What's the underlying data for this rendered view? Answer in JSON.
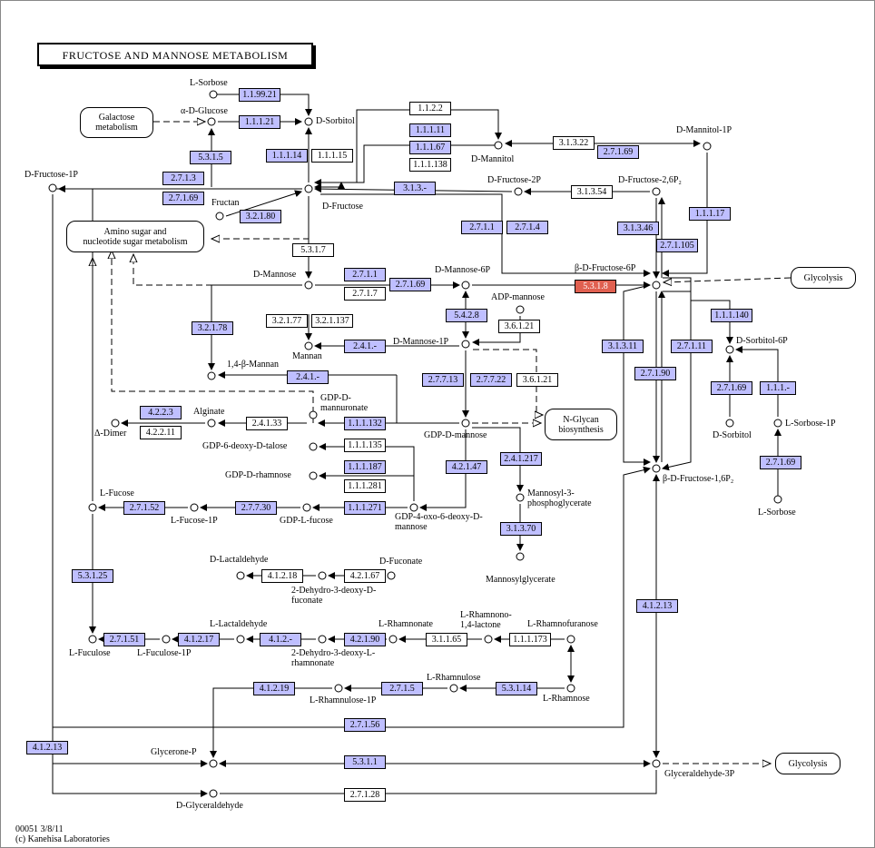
{
  "title": "FRUCTOSE AND MANNOSE METABOLISM",
  "footer": {
    "line1": "00051 3/8/11",
    "line2": "(c) Kanehisa Laboratories"
  },
  "colors": {
    "enzyme_in_organism": "#bfbfff",
    "highlighted": "#e06050",
    "line": "#000000"
  },
  "maps": [
    {
      "id": "galactose",
      "text": "Galactose\nmetabolism"
    },
    {
      "id": "aminosugar",
      "text": "Amino sugar and\nnucleotide sugar metabolism"
    },
    {
      "id": "glycolysis1",
      "text": "Glycolysis"
    },
    {
      "id": "nglycan",
      "text": "N-Glycan\nbiosynthesis"
    },
    {
      "id": "glycolysis2",
      "text": "Glycolysis"
    }
  ],
  "compounds": [
    "L-Sorbose",
    "α-D-Glucose",
    "D-Sorbitol",
    "D-Mannitol",
    "D-Mannitol-1P",
    "D-Fructose-1P",
    "D-Fructose-2P",
    "D-Fructose-2,6P₂",
    "Fructan",
    "D-Fructose",
    "β-D-Fructose-6P",
    "D-Mannose",
    "D-Mannose-6P",
    "ADP-mannose",
    "D-Mannose-1P",
    "Mannan",
    "1,4-β-Mannan",
    "GDP-D-mannuronate",
    "Alginate",
    "Δ-Dimer",
    "GDP-D-mannose",
    "GDP-6-deoxy-D-talose",
    "GDP-D-rhamnose",
    "GDP-4-oxo-6-deoxy-D-mannose",
    "Mannosyl-3-phosphoglycerate",
    "Mannosylglycerate",
    "L-Fucose",
    "L-Fucose-1P",
    "GDP-L-fucose",
    "D-Sorbitol-6P",
    "D-Sorbitol",
    "L-Sorbose-1P",
    "L-Sorbose",
    "β-D-Fructose-1,6P₂",
    "D-Lactaldehyde",
    "D-Fuconate",
    "2-Dehydro-3-deoxy-D-fuconate",
    "L-Lactaldehyde",
    "L-Rhamnonate",
    "L-Rhamnono-1,4-lactone",
    "L-Rhamnofuranose",
    "L-Fuculose",
    "L-Fuculose-1P",
    "2-Dehydro-3-deoxy-L-rhamnonate",
    "L-Rhamnulose",
    "L-Rhamnulose-1P",
    "L-Rhamnose",
    "Glycerone-P",
    "Glyceraldehyde-3P",
    "D-Glyceraldehyde"
  ],
  "enzymes": [
    {
      "id": "e01",
      "label": "1.1.99.21",
      "t": "k"
    },
    {
      "id": "e02",
      "label": "1.1.1.21",
      "t": "k"
    },
    {
      "id": "e03",
      "label": "5.3.1.5",
      "t": "k"
    },
    {
      "id": "e04",
      "label": "1.1.1.14",
      "t": "k"
    },
    {
      "id": "e05",
      "label": "1.1.1.15",
      "t": "w"
    },
    {
      "id": "e06",
      "label": "1.1.2.2",
      "t": "w"
    },
    {
      "id": "e07",
      "label": "1.1.1.11",
      "t": "k"
    },
    {
      "id": "e08",
      "label": "1.1.1.67",
      "t": "k"
    },
    {
      "id": "e09",
      "label": "1.1.1.138",
      "t": "w"
    },
    {
      "id": "e10",
      "label": "3.1.3.22",
      "t": "w"
    },
    {
      "id": "e11",
      "label": "2.7.1.69",
      "t": "k"
    },
    {
      "id": "e12",
      "label": "2.7.1.3",
      "t": "k"
    },
    {
      "id": "e13",
      "label": "2.7.1.69",
      "t": "k"
    },
    {
      "id": "e14",
      "label": "3.2.1.80",
      "t": "k"
    },
    {
      "id": "e15",
      "label": "3.1.3.-",
      "t": "k"
    },
    {
      "id": "e16",
      "label": "3.1.3.54",
      "t": "w"
    },
    {
      "id": "e17",
      "label": "1.1.1.17",
      "t": "k"
    },
    {
      "id": "e18",
      "label": "2.7.1.1",
      "t": "k"
    },
    {
      "id": "e19",
      "label": "2.7.1.4",
      "t": "k"
    },
    {
      "id": "e20",
      "label": "3.1.3.46",
      "t": "k"
    },
    {
      "id": "e21",
      "label": "2.7.1.105",
      "t": "k"
    },
    {
      "id": "e22",
      "label": "5.3.1.7",
      "t": "w"
    },
    {
      "id": "e23",
      "label": "2.7.1.1",
      "t": "k"
    },
    {
      "id": "e24",
      "label": "2.7.1.7",
      "t": "w"
    },
    {
      "id": "e25",
      "label": "2.7.1.69",
      "t": "k"
    },
    {
      "id": "e26",
      "label": "5.3.1.8",
      "t": "r"
    },
    {
      "id": "e27",
      "label": "1.1.1.140",
      "t": "k"
    },
    {
      "id": "e28",
      "label": "5.4.2.8",
      "t": "k"
    },
    {
      "id": "e29",
      "label": "3.6.1.21",
      "t": "w"
    },
    {
      "id": "e30",
      "label": "3.2.1.78",
      "t": "k"
    },
    {
      "id": "e31",
      "label": "3.2.1.77",
      "t": "w"
    },
    {
      "id": "e32",
      "label": "3.2.1.137",
      "t": "w"
    },
    {
      "id": "e33",
      "label": "2.4.1.-",
      "t": "k"
    },
    {
      "id": "e34",
      "label": "2.4.1.-",
      "t": "k"
    },
    {
      "id": "e35",
      "label": "3.1.3.11",
      "t": "k"
    },
    {
      "id": "e36",
      "label": "2.7.1.11",
      "t": "k"
    },
    {
      "id": "e37",
      "label": "2.7.1.90",
      "t": "k"
    },
    {
      "id": "e38",
      "label": "2.7.7.13",
      "t": "k"
    },
    {
      "id": "e39",
      "label": "2.7.7.22",
      "t": "k"
    },
    {
      "id": "e40",
      "label": "3.6.1.21",
      "t": "w"
    },
    {
      "id": "e41",
      "label": "4.2.2.3",
      "t": "k"
    },
    {
      "id": "e42",
      "label": "4.2.2.11",
      "t": "w"
    },
    {
      "id": "e43",
      "label": "2.4.1.33",
      "t": "w"
    },
    {
      "id": "e44",
      "label": "1.1.1.132",
      "t": "k"
    },
    {
      "id": "e45",
      "label": "2.7.1.69",
      "t": "k"
    },
    {
      "id": "e46",
      "label": "1.1.1.-",
      "t": "k"
    },
    {
      "id": "e47",
      "label": "1.1.1.135",
      "t": "w"
    },
    {
      "id": "e48",
      "label": "1.1.1.187",
      "t": "k"
    },
    {
      "id": "e49",
      "label": "1.1.1.281",
      "t": "w"
    },
    {
      "id": "e50",
      "label": "4.2.1.47",
      "t": "k"
    },
    {
      "id": "e51",
      "label": "2.4.1.217",
      "t": "k"
    },
    {
      "id": "e52",
      "label": "2.7.1.69",
      "t": "k"
    },
    {
      "id": "e53",
      "label": "2.7.1.52",
      "t": "k"
    },
    {
      "id": "e54",
      "label": "2.7.7.30",
      "t": "k"
    },
    {
      "id": "e55",
      "label": "1.1.1.271",
      "t": "k"
    },
    {
      "id": "e56",
      "label": "3.1.3.70",
      "t": "k"
    },
    {
      "id": "e57",
      "label": "4.1.2.18",
      "t": "w"
    },
    {
      "id": "e58",
      "label": "4.2.1.67",
      "t": "w"
    },
    {
      "id": "e59",
      "label": "5.3.1.25",
      "t": "k"
    },
    {
      "id": "e60",
      "label": "4.1.2.13",
      "t": "k"
    },
    {
      "id": "e61",
      "label": "2.7.1.51",
      "t": "k"
    },
    {
      "id": "e62",
      "label": "4.1.2.17",
      "t": "k"
    },
    {
      "id": "e63",
      "label": "4.1.2.-",
      "t": "k"
    },
    {
      "id": "e64",
      "label": "4.2.1.90",
      "t": "k"
    },
    {
      "id": "e65",
      "label": "3.1.1.65",
      "t": "w"
    },
    {
      "id": "e66",
      "label": "1.1.1.173",
      "t": "w"
    },
    {
      "id": "e67",
      "label": "4.1.2.19",
      "t": "k"
    },
    {
      "id": "e68",
      "label": "2.7.1.5",
      "t": "k"
    },
    {
      "id": "e69",
      "label": "5.3.1.14",
      "t": "k"
    },
    {
      "id": "e70",
      "label": "2.7.1.56",
      "t": "k"
    },
    {
      "id": "e71",
      "label": "4.1.2.13",
      "t": "k"
    },
    {
      "id": "e72",
      "label": "5.3.1.1",
      "t": "k"
    },
    {
      "id": "e73",
      "label": "2.7.1.28",
      "t": "w"
    }
  ]
}
